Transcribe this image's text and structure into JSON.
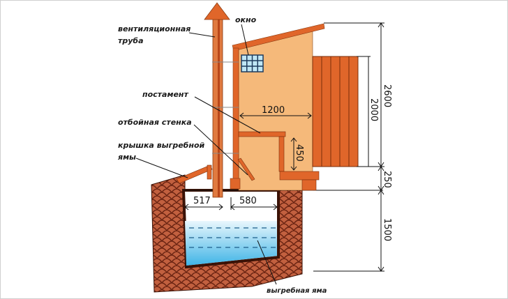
{
  "labels": {
    "vent_pipe_1": "вентиляционная",
    "vent_pipe_2": "труба",
    "window": "окно",
    "pedestal": "постамент",
    "splash_wall": "отбойная стенка",
    "pit_lid_1": "крышка выгребной",
    "pit_lid_2": "ямы",
    "cesspit": "выгребная яма"
  },
  "dimensions": {
    "total_height": "2600",
    "door_height": "2000",
    "foundation": "250",
    "pit_depth": "1500",
    "cabin_width": "1200",
    "seat_height": "450",
    "pit_left": "517",
    "pit_right": "580"
  },
  "colors": {
    "wood": "#e0662a",
    "wall": "#f5b97a",
    "brick": "#b8533a",
    "water": "#5cc6ee"
  }
}
